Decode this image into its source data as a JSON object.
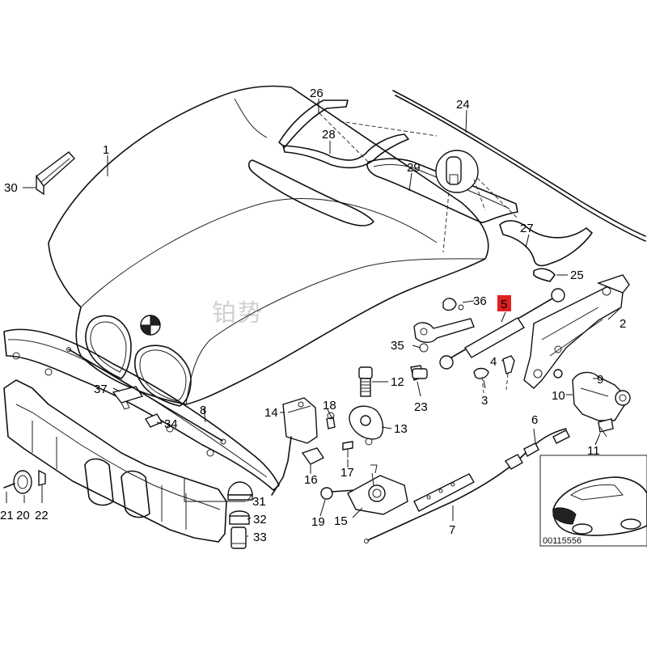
{
  "diagram": {
    "watermark": "铂势",
    "reference_code": "00115556",
    "highlight_color": "#e02020",
    "highlighted_part": "5",
    "labels": [
      {
        "id": "1",
        "text": "1"
      },
      {
        "id": "2",
        "text": "2"
      },
      {
        "id": "3",
        "text": "3"
      },
      {
        "id": "4",
        "text": "4"
      },
      {
        "id": "5",
        "text": "5"
      },
      {
        "id": "6",
        "text": "6"
      },
      {
        "id": "7",
        "text": "7"
      },
      {
        "id": "8",
        "text": "8"
      },
      {
        "id": "9",
        "text": "9"
      },
      {
        "id": "10",
        "text": "10"
      },
      {
        "id": "11",
        "text": "11"
      },
      {
        "id": "12",
        "text": "12"
      },
      {
        "id": "13",
        "text": "13"
      },
      {
        "id": "14",
        "text": "14"
      },
      {
        "id": "15",
        "text": "15"
      },
      {
        "id": "16",
        "text": "16"
      },
      {
        "id": "17",
        "text": "17"
      },
      {
        "id": "18",
        "text": "18"
      },
      {
        "id": "19",
        "text": "19"
      },
      {
        "id": "20",
        "text": "20"
      },
      {
        "id": "21",
        "text": "21"
      },
      {
        "id": "22",
        "text": "22"
      },
      {
        "id": "23",
        "text": "23"
      },
      {
        "id": "24",
        "text": "24"
      },
      {
        "id": "25",
        "text": "25"
      },
      {
        "id": "26",
        "text": "26"
      },
      {
        "id": "27",
        "text": "27"
      },
      {
        "id": "28",
        "text": "28"
      },
      {
        "id": "29",
        "text": "29"
      },
      {
        "id": "30",
        "text": "30"
      },
      {
        "id": "31",
        "text": "31"
      },
      {
        "id": "32",
        "text": "32"
      },
      {
        "id": "33",
        "text": "33"
      },
      {
        "id": "34",
        "text": "34"
      },
      {
        "id": "35",
        "text": "35"
      },
      {
        "id": "36",
        "text": "36"
      },
      {
        "id": "37",
        "text": "37"
      }
    ]
  }
}
